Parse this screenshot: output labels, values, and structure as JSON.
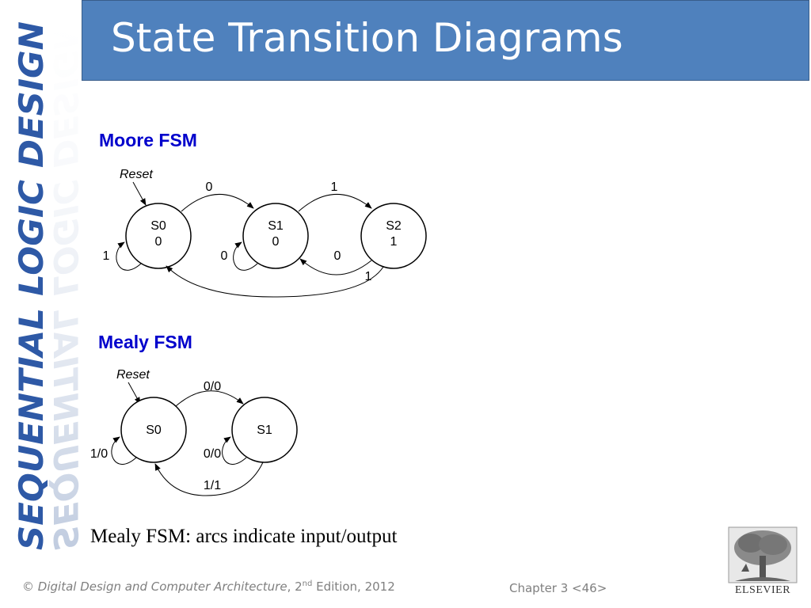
{
  "slide": {
    "title": "State Transition Diagrams",
    "side_banner": "SEQUENTIAL LOGIC DESIGN",
    "caption": "Mealy FSM: arcs indicate input/output",
    "footer": {
      "copyright_symbol": "©",
      "book_title": "Digital Design and Computer Architecture",
      "edition_number": "2",
      "edition_suffix": "nd",
      "edition_rest": " Edition, 2012",
      "chapter": "Chapter 3 <46>"
    },
    "publisher_logo": "ELSEVIER"
  },
  "moore": {
    "heading": "Moore FSM",
    "reset_label": "Reset",
    "states": [
      {
        "name": "S0",
        "output": "0"
      },
      {
        "name": "S1",
        "output": "0"
      },
      {
        "name": "S2",
        "output": "1"
      }
    ],
    "transitions": {
      "s0_to_s1": "0",
      "s1_to_s2": "1",
      "s0_self": "1",
      "s1_self": "0",
      "s2_to_s1": "0",
      "s2_to_s0": "1"
    }
  },
  "mealy": {
    "heading": "Mealy FSM",
    "reset_label": "Reset",
    "states": [
      {
        "name": "S0"
      },
      {
        "name": "S1"
      }
    ],
    "transitions": {
      "s0_to_s1": "0/0",
      "s0_self": "1/0",
      "s1_self": "0/0",
      "s1_to_s0": "1/1"
    }
  },
  "colors": {
    "title_bar": "#4f81bd",
    "title_border": "#385d8a",
    "heading": "#0000cc",
    "banner_blue": "#2e59a6",
    "footer_text": "#7f7f7f"
  }
}
